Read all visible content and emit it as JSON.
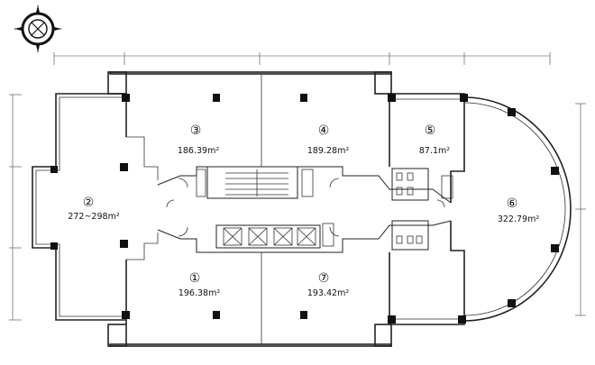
{
  "rooms": [
    {
      "id": "r3",
      "number": "③",
      "area": "186.39m²"
    },
    {
      "id": "r4",
      "number": "④",
      "area": "189.28m²"
    },
    {
      "id": "r5",
      "number": "⑤",
      "area": "87.1m²"
    },
    {
      "id": "r2",
      "number": "②",
      "area": "272~298m²"
    },
    {
      "id": "r6",
      "number": "⑥",
      "area": "322.79m²"
    },
    {
      "id": "r1",
      "number": "①",
      "area": "196.38m²"
    },
    {
      "id": "r7",
      "number": "⑦",
      "area": "193.42m²"
    }
  ],
  "compass": {
    "icon": "compass-rose-icon"
  }
}
